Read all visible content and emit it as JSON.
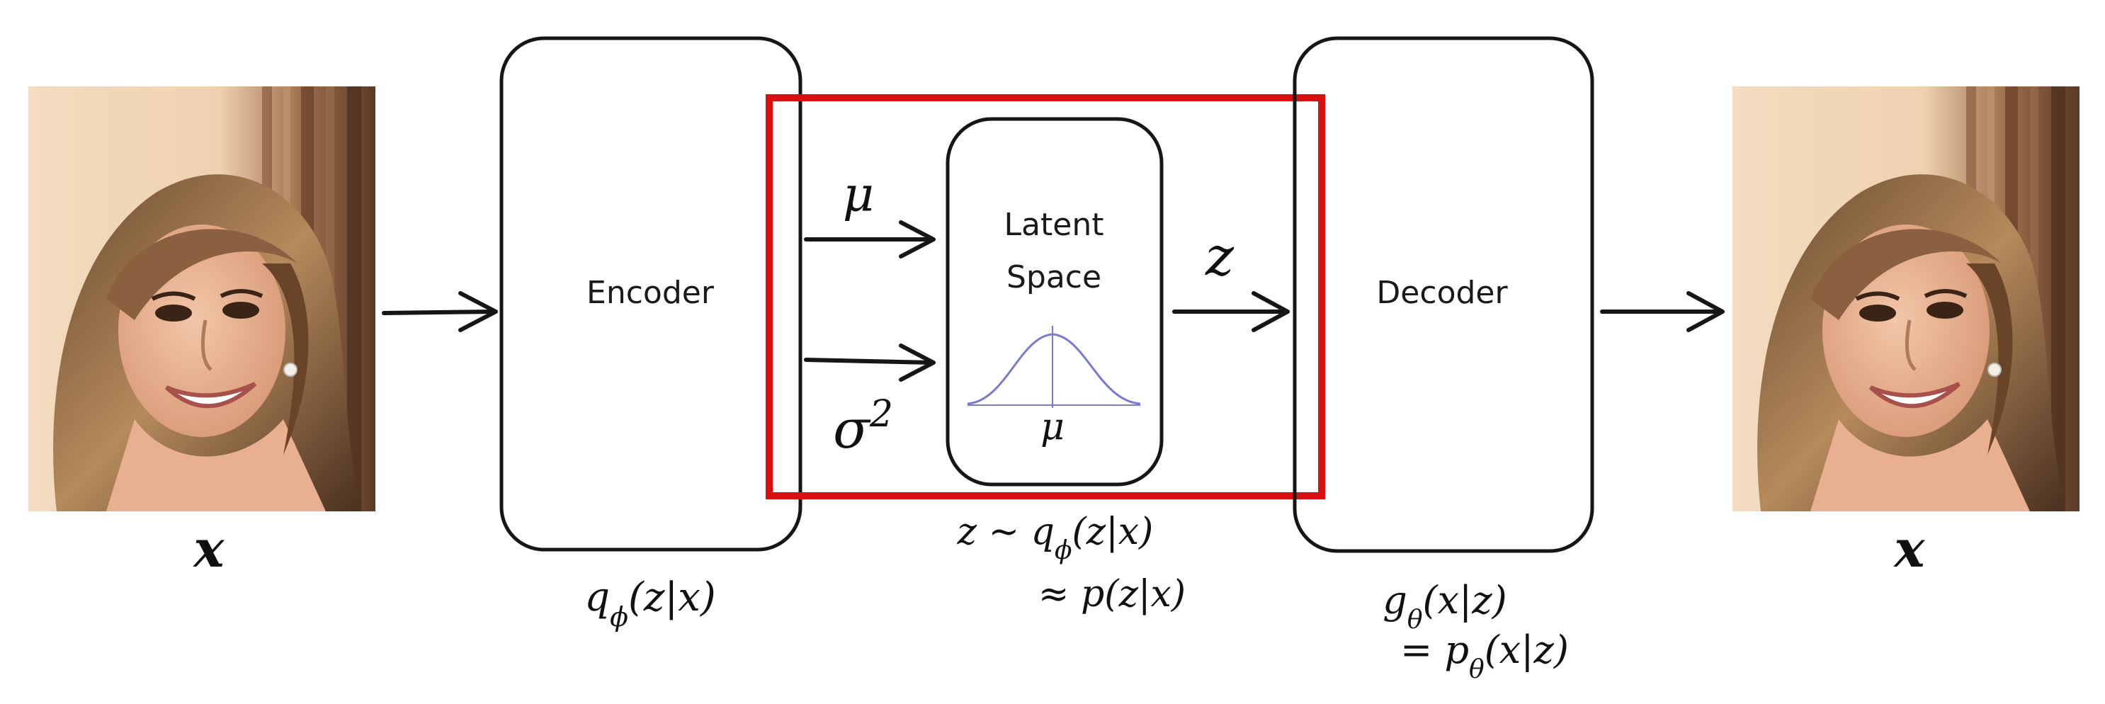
{
  "input": {
    "label": "x"
  },
  "output": {
    "label": "x"
  },
  "encoder": {
    "title": "Encoder",
    "dist_prefix": "q",
    "dist_sub": "ϕ",
    "dist_args": "(z|x)"
  },
  "latent": {
    "title_line1": "Latent",
    "title_line2": "Space",
    "mu_curve_label": "μ",
    "mu_arrow_label": "μ",
    "sigma_arrow_label": "σ",
    "sigma_power": "2",
    "z_label": "z",
    "sample_line1_lhs": "z ~ q",
    "sample_line1_sub": "ϕ",
    "sample_line1_rhs": "(z|x)",
    "sample_line2": "≈ p(z|x)"
  },
  "decoder": {
    "title": "Decoder",
    "dist_prefix": "g",
    "dist_sub": "θ",
    "dist_args": "(x|z)",
    "eq_prefix": "= p",
    "eq_sub": "θ",
    "eq_args": "(x|z)"
  },
  "colors": {
    "highlight": "#d81010",
    "curve": "#7a7ad0",
    "ink": "#161616"
  },
  "icons": {
    "input_image": "face-photo",
    "output_image": "face-photo"
  }
}
